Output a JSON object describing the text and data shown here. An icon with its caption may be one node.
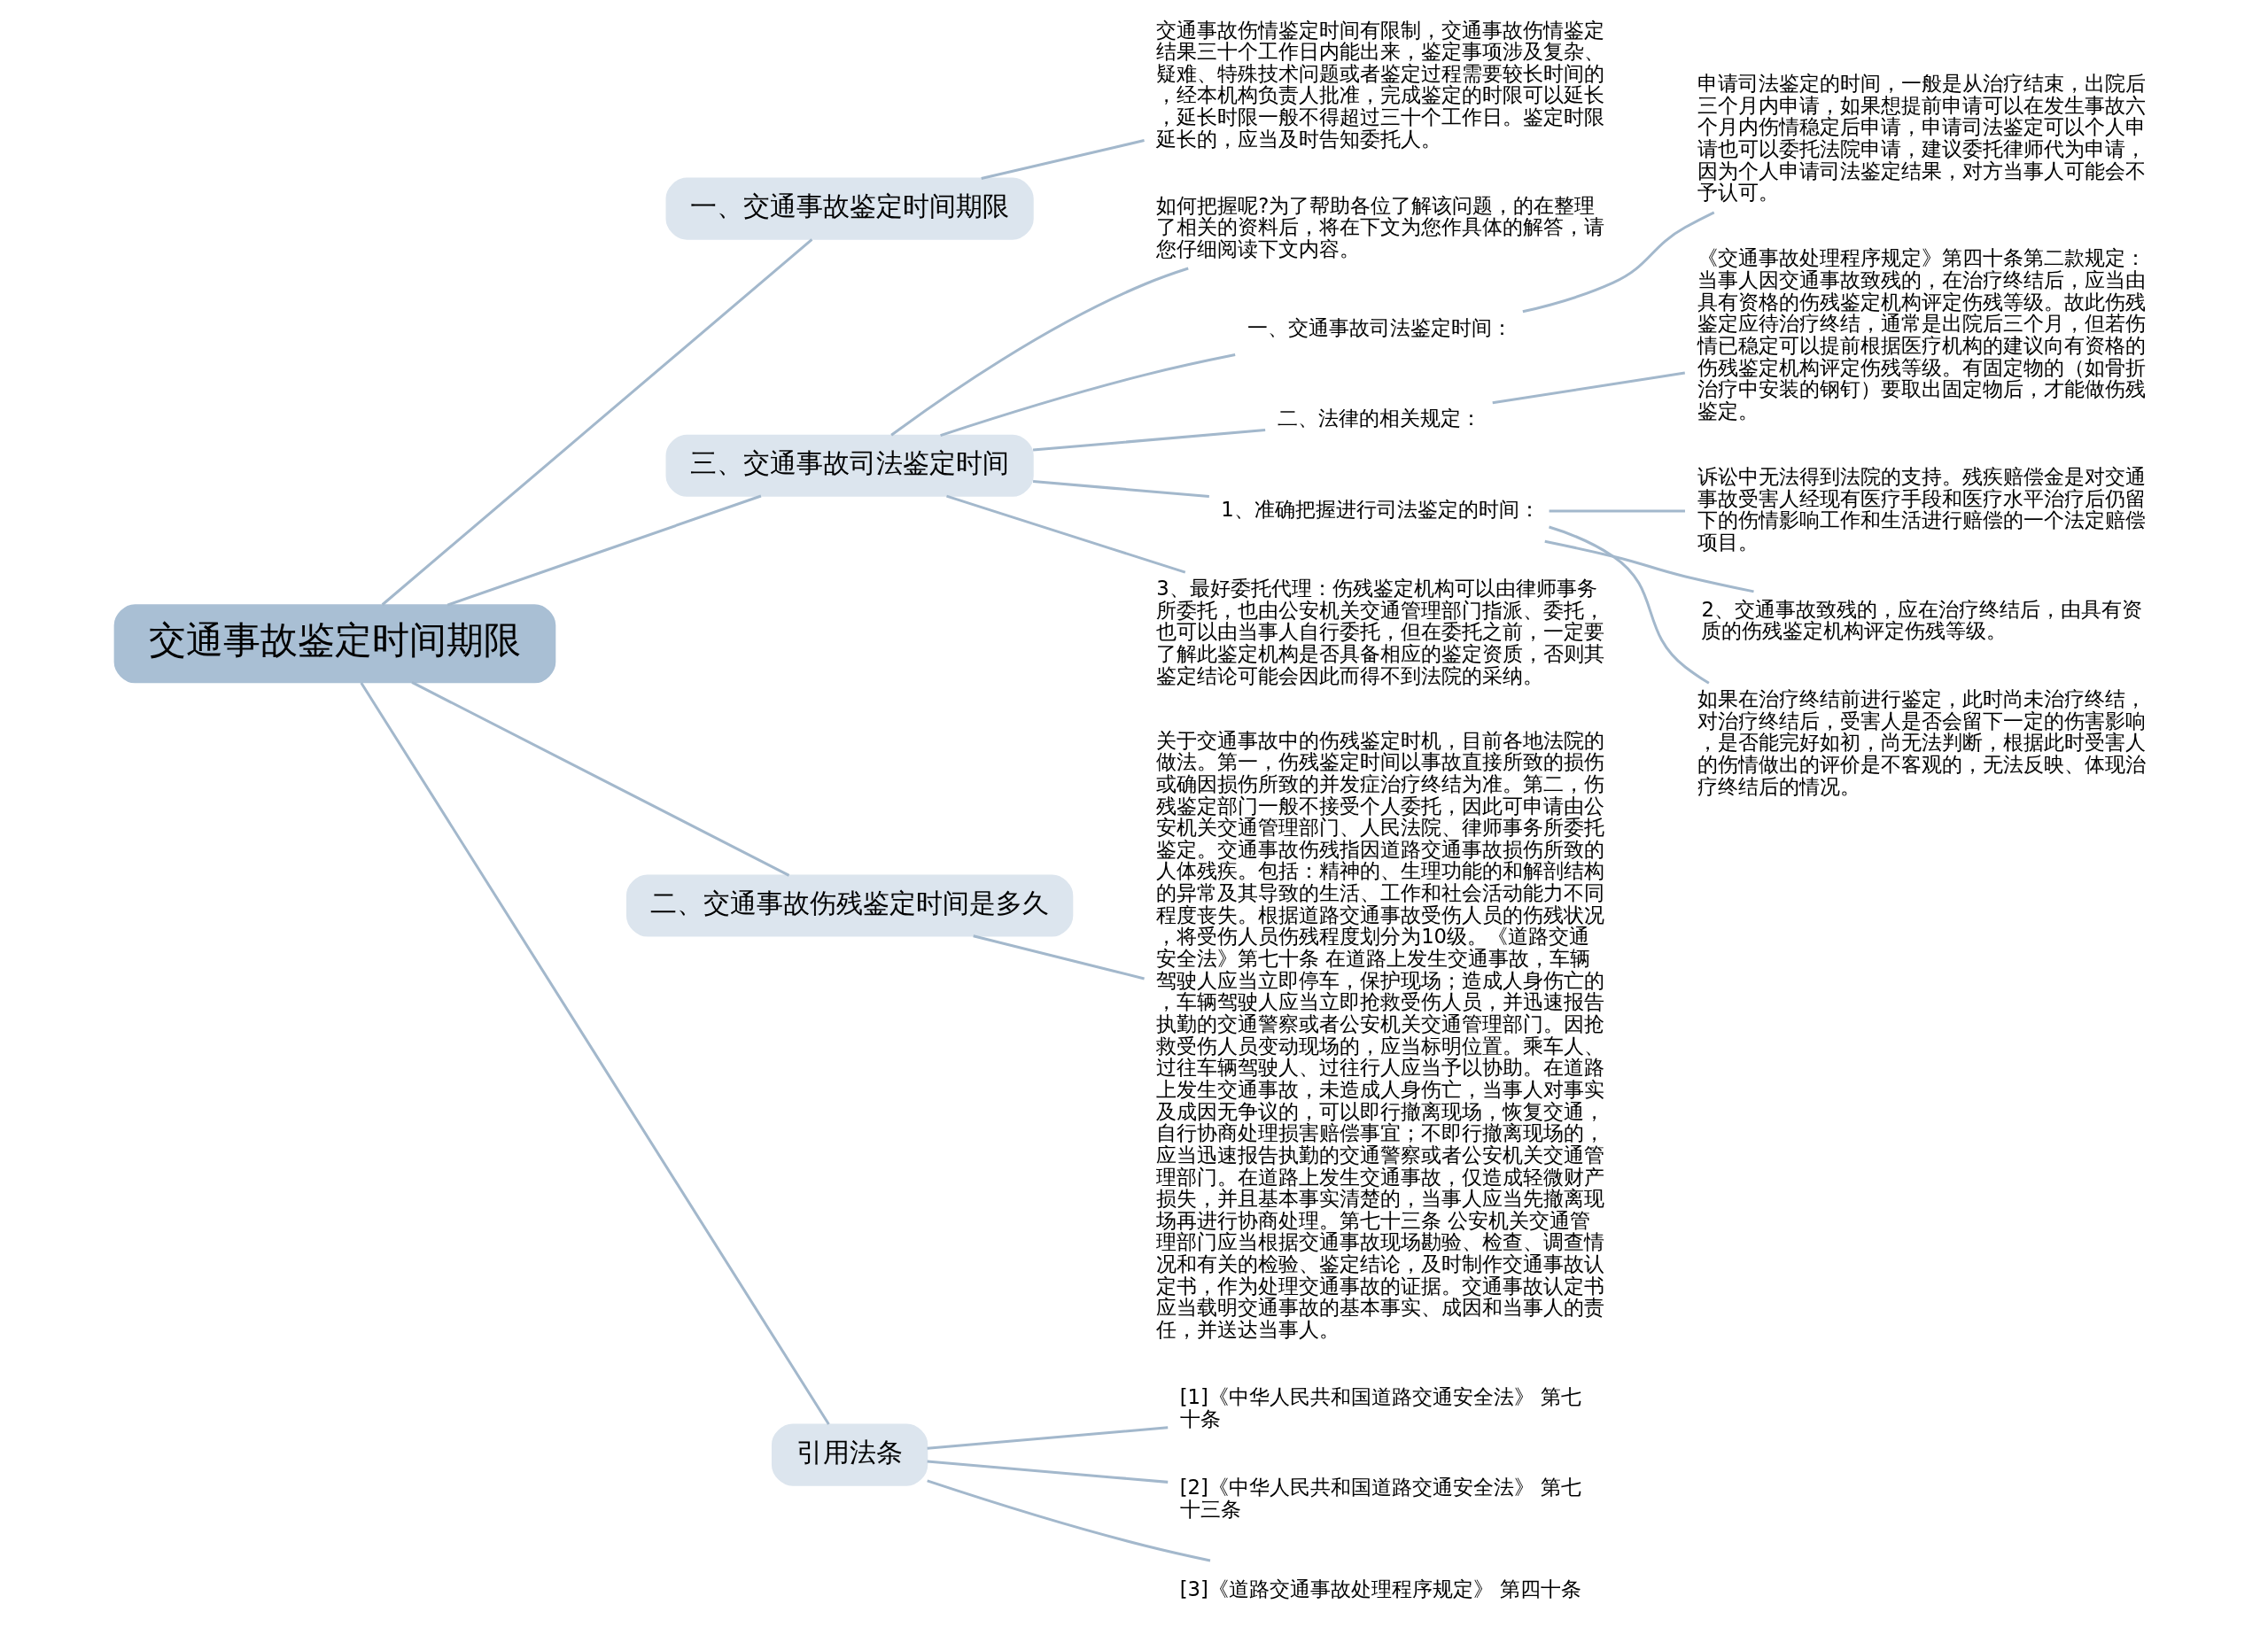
{
  "diagram": {
    "nodes": [
      {
        "text": [
          "交通事故鉴定时间期限"
        ]
      },
      {
        "text": [
          "一、交通事故鉴定时间期限"
        ]
      },
      {
        "text": [
          "交通事故伤情鉴定时间有限制，交通事故伤情鉴定结果三十个工作日内能出来，鉴定事项涉及复杂、疑难、特殊技术问题或者鉴定过程需要较长时间的，经本机构负责人批准，完成鉴定的时限可以延长，延长时限一般不得超过三十个工作日。鉴定时限延长的，应当及时告知委托人。"
        ]
      },
      {
        "text": [
          "三、交通事故司法鉴定时间"
        ]
      },
      {
        "text": [
          "如何把握呢?为了帮助各位了解该问题，的在整理了相关的资料后，将在下文为您作具体的解答，请您仔细阅读下文内容。"
        ]
      },
      {
        "text": [
          "一、交通事故司法鉴定时间："
        ]
      },
      {
        "text": [
          "申请司法鉴定的时间，一般是从治疗结束，出院后三个月内申请，如果想提前申请可以在发生事故六个月内伤情稳定后申请，申请司法鉴定可以个人申请也可以委托法院申请，建议委托律师代为申请，因为个人申请司法鉴定结果，对方当事人可能会不予认可。"
        ]
      },
      {
        "text": [
          "二、法律的相关规定："
        ]
      },
      {
        "text": [
          "《交通事故处理程序规定》第四十条第二款规定：当事人因交通事故致残的，在治疗终结后，应当由具有资格的伤残鉴定机构评定伤残等级。故此伤残鉴定应待治疗终结，通常是出院后三个月，但若伤情已稳定可以提前根据医疗机构的建议向有资格的伤残鉴定机构评定伤残等级。有固定物的（如骨折治疗中安装的钢钉）要取出固定物后，才能做伤残鉴定。"
        ]
      },
      {
        "text": [
          "1、准确把握进行司法鉴定的时间："
        ]
      },
      {
        "text": [
          "诉讼中无法得到法院的支持。残疾赔偿金是对交通事故受害人经现有医疗手段和医疗水平治疗后仍留下的伤情影响工作和生活进行赔偿的一个法定赔偿项目。"
        ]
      },
      {
        "text": [
          "2、交通事故致残的，应在治疗终结后，由具有资质的伤残鉴定机构评定伤残等级。"
        ]
      },
      {
        "text": [
          "如果在治疗终结前进行鉴定，此时尚未治疗终结，对治疗终结后，受害人是否会留下一定的伤害影响，是否能完好如初，尚无法判断，根据此时受害人的伤情做出的评价是不客观的，无法反映、体现治疗终结后的情况。"
        ]
      },
      {
        "text": [
          "3、最好委托代理：伤残鉴定机构可以由律师事务所委托，也由公安机关交通管理部门指派、委托，也可以由当事人自行委托，但在委托之前，一定要了解此鉴定机构是否具备相应的鉴定资质，否则其鉴定结论可能会因此而得不到法院的采纳。"
        ]
      },
      {
        "text": [
          "二、交通事故伤残鉴定时间是多久"
        ]
      },
      {
        "text": [
          "关于交通事故中的伤残鉴定时机，目前各地法院的做法。第一，伤残鉴定时间以事故直接所致的损伤或确因损伤所致的并发症治疗终结为准。第二，伤残鉴定部门一般不接受个人委托，因此可申请由公安机关交通管理部门、人民法院、律师事务所委托鉴定。交通事故伤残指因道路交通事故损伤所致的人体残疾。包括：精神的、生理功能的和解剖结构的异常及其导致的生活、工作和社会活动能力不同程度丧失。根据道路交通事故受伤人员的伤残状况，将受伤人员伤残程度划分为10级。《道路交通安全法》第七十条 在道路上发生交通事故，车辆驾驶人应当立即停车，保护现场；造成人身伤亡的，车辆驾驶人应当立即抢救受伤人员，并迅速报告执勤的交通警察或者公安机关交通管理部门。因抢救受伤人员变动现场的，应当标明位置。乘车人、过往车辆驾驶人、过往行人应当予以协助。在道路上发生交通事故，未造成人身伤亡，当事人对事实及成因无争议的，可以即行撤离现场，恢复交通，自行协商处理损害赔偿事宜；不即行撤离现场的，应当迅速报告执勤的交通警察或者公安机关交通管理部门。在道路上发生交通事故，仅造成轻微财产损失，并且基本事实清楚的，当事人应当先撤离现场再进行协商处理。第七十三条 公安机关交通管理部门应当根据交通事故现场勘验、检查、调查情况和有关的检验、鉴定结论，及时制作交通事故认定书，作为处理交通事故的证据。交通事故认定书应当载明交通事故的基本事实、成因和当事人的责任，并送达当事人。"
        ]
      },
      {
        "text": [
          "引用法条"
        ]
      },
      {
        "text": [
          "[1]《中华人民共和国道路交通安全法》 第七十条"
        ]
      },
      {
        "text": [
          "[2]《中华人民共和国道路交通安全法》 第七十三条"
        ]
      },
      {
        "text": [
          "[3]《道路交通事故处理程序规定》 第四十条"
        ]
      }
    ],
    "edges": [
      {
        "from": 0,
        "to": 1,
        "arrow": "none"
      },
      {
        "from": 1,
        "to": 2,
        "arrow": "none"
      },
      {
        "from": 0,
        "to": 3,
        "arrow": "none"
      },
      {
        "from": 3,
        "to": 4,
        "arrow": "none"
      },
      {
        "from": 3,
        "to": 5,
        "arrow": "none"
      },
      {
        "from": 5,
        "to": 6,
        "arrow": "none"
      },
      {
        "from": 3,
        "to": 7,
        "arrow": "none"
      },
      {
        "from": 7,
        "to": 8,
        "arrow": "none"
      },
      {
        "from": 3,
        "to": 9,
        "arrow": "none"
      },
      {
        "from": 9,
        "to": 10,
        "arrow": "none"
      },
      {
        "from": 9,
        "to": 11,
        "arrow": "none"
      },
      {
        "from": 9,
        "to": 12,
        "arrow": "none"
      },
      {
        "from": 3,
        "to": 13,
        "arrow": "none"
      },
      {
        "from": 0,
        "to": 14,
        "arrow": "none"
      },
      {
        "from": 14,
        "to": 15,
        "arrow": "none"
      },
      {
        "from": 0,
        "to": 16,
        "arrow": "none"
      },
      {
        "from": 16,
        "to": 17,
        "arrow": "none"
      },
      {
        "from": 16,
        "to": 18,
        "arrow": "none"
      },
      {
        "from": 16,
        "to": 19,
        "arrow": "none"
      }
    ]
  }
}
